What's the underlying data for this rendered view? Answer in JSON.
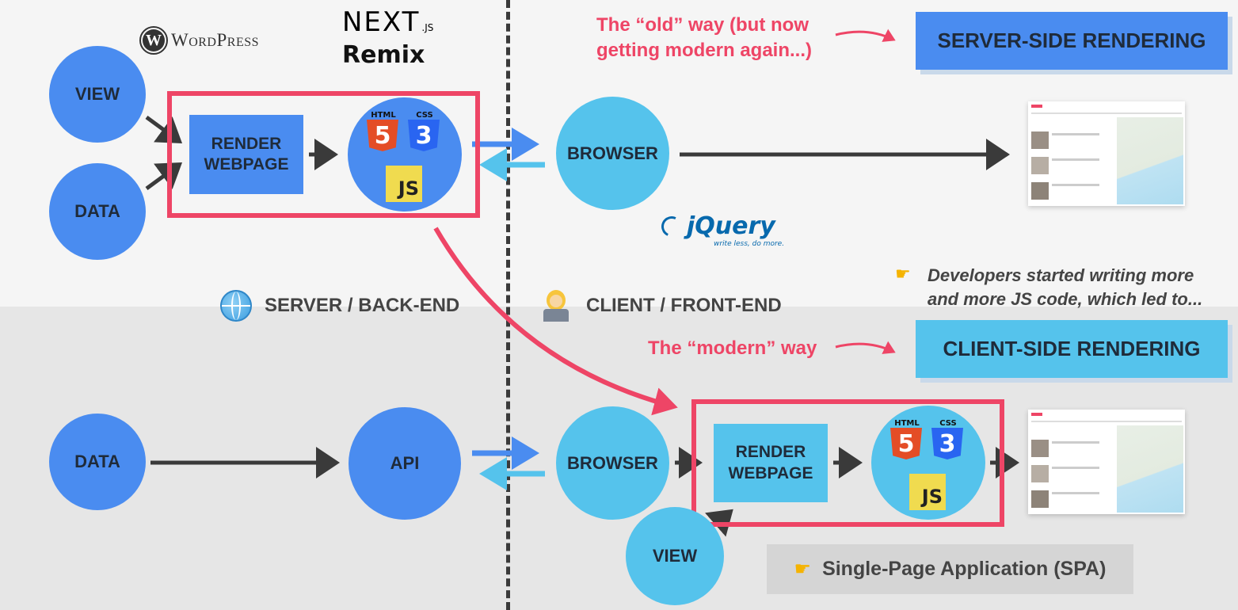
{
  "sections": {
    "server_label": "SERVER / BACK-END",
    "client_label": "CLIENT / FRONT-END"
  },
  "ssr": {
    "view": "VIEW",
    "data": "DATA",
    "render_webpage": "RENDER WEBPAGE",
    "browser": "BROWSER",
    "note": "The “old” way (but now getting modern again...)",
    "banner": "SERVER-SIDE RENDERING"
  },
  "csr": {
    "data": "DATA",
    "api": "API",
    "browser": "BROWSER",
    "render_webpage": "RENDER WEBPAGE",
    "view": "VIEW",
    "note": "The “modern” way",
    "banner": "CLIENT-SIDE RENDERING"
  },
  "developers_note": "Developers started writing more and more JS code, which led to...",
  "spa_label": "Single-Page Application (SPA)",
  "logos": {
    "wordpress": "WordPress",
    "nextjs": "NEXT",
    "nextjs_suffix": ".JS",
    "remix": "Remix",
    "jquery": "jQuery",
    "jquery_tagline": "write less, do more."
  },
  "tech_badges": {
    "html": "HTML",
    "html_num": "5",
    "css": "CSS",
    "css_num": "3",
    "js": "JS"
  },
  "icons": {
    "pointing": "pointing-hand-icon",
    "globe": "globe-icon",
    "developer": "developer-icon"
  },
  "colors": {
    "dark_blue": "#4a8cf0",
    "light_blue": "#55c3ec",
    "red": "#ee4566",
    "arrow": "#3a3a3a"
  }
}
